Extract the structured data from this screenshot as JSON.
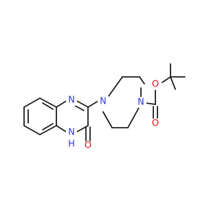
{
  "colors": {
    "bond": "#1a1a1a",
    "nitrogen": "#2f3bd6",
    "oxygen": "#e0141c",
    "background": "#ffffff"
  },
  "atoms": {
    "n_quinox_top": "N",
    "n_quinox_nh": "N",
    "h_quinox_nh": "H",
    "o_lactam": "O",
    "n_diazepane_left": "N",
    "n_diazepane_right": "N",
    "o_ester": "O",
    "o_carbonyl": "O"
  }
}
